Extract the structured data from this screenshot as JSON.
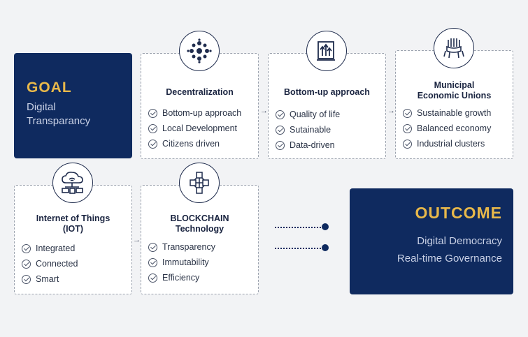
{
  "goal": {
    "heading": "GOAL",
    "subtitle": "Digital Transparancy"
  },
  "outcome": {
    "heading": "OUTCOME",
    "line1": "Digital Democracy",
    "line2": "Real-time Governance"
  },
  "cards": {
    "decentralization": {
      "title": "Decentralization",
      "icon": "network-dots-icon",
      "items": [
        "Bottom-up approach",
        "Local Development",
        "Citizens driven"
      ]
    },
    "bottom_up": {
      "title": "Bottom-up approach",
      "icon": "growth-chart-icon",
      "items": [
        "Quality of life",
        "Sutainable",
        "Data-driven"
      ]
    },
    "municipal": {
      "title_line1": "Municipal",
      "title_line2": "Economic Unions",
      "icon": "hands-union-icon",
      "items": [
        "Sustainable growth",
        "Balanced economy",
        "Industrial clusters"
      ]
    },
    "iot": {
      "title_line1": "Internet of Things",
      "title_line2": "(IOT)",
      "icon": "cloud-devices-icon",
      "items": [
        "Integrated",
        "Connected",
        "Smart"
      ]
    },
    "blockchain": {
      "title_line1": "BLOCKCHAIN",
      "title_line2": "Technology",
      "icon": "blockchain-cubes-icon",
      "items": [
        "Transparency",
        "Immutability",
        "Efficiency"
      ]
    }
  },
  "colors": {
    "navy": "#0f2a5f",
    "gold": "#e8b84a",
    "background": "#f2f3f5"
  }
}
